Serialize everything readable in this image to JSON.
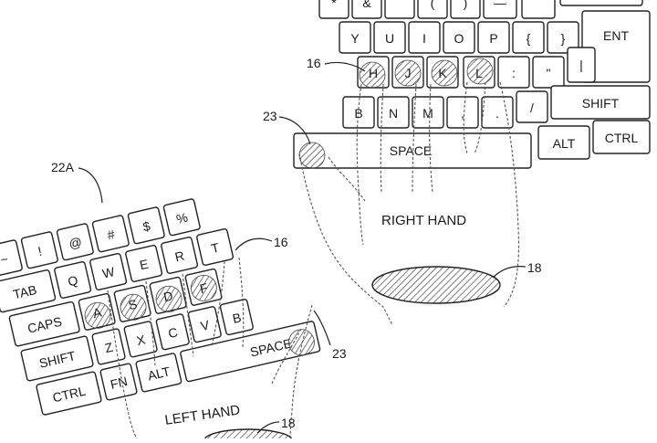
{
  "right_keyboard": {
    "rows": [
      [
        "*",
        "&",
        "(",
        ")",
        "—",
        "",
        ""
      ],
      [
        "Y",
        "U",
        "I",
        "O",
        "P",
        "{",
        "}",
        "ENT"
      ],
      [
        "H",
        "J",
        "K",
        "L",
        ":",
        "\"",
        "|"
      ],
      [
        "B",
        "N",
        "M",
        ",",
        ".",
        "/",
        "SHIFT"
      ],
      [
        "SPACE",
        "ALT",
        "CTRL"
      ]
    ],
    "hand_label": "RIGHT HAND"
  },
  "left_keyboard": {
    "rows": [
      [
        "~",
        "!",
        "@",
        "#",
        "$",
        "%"
      ],
      [
        "TAB",
        "Q",
        "W",
        "E",
        "R",
        "T"
      ],
      [
        "CAPS",
        "A",
        "S",
        "D",
        "F"
      ],
      [
        "SHIFT",
        "Z",
        "X",
        "C",
        "V",
        "B"
      ],
      [
        "CTRL",
        "FN",
        "ALT",
        "SPACE"
      ]
    ],
    "hand_label": "LEFT HAND"
  },
  "reference_numerals": {
    "keyboard_left": "22A",
    "fingertip_right": "16",
    "fingertip_left": "16",
    "thumb_right": "23",
    "thumb_left": "23",
    "palm_right": "18",
    "palm_left": "18"
  }
}
